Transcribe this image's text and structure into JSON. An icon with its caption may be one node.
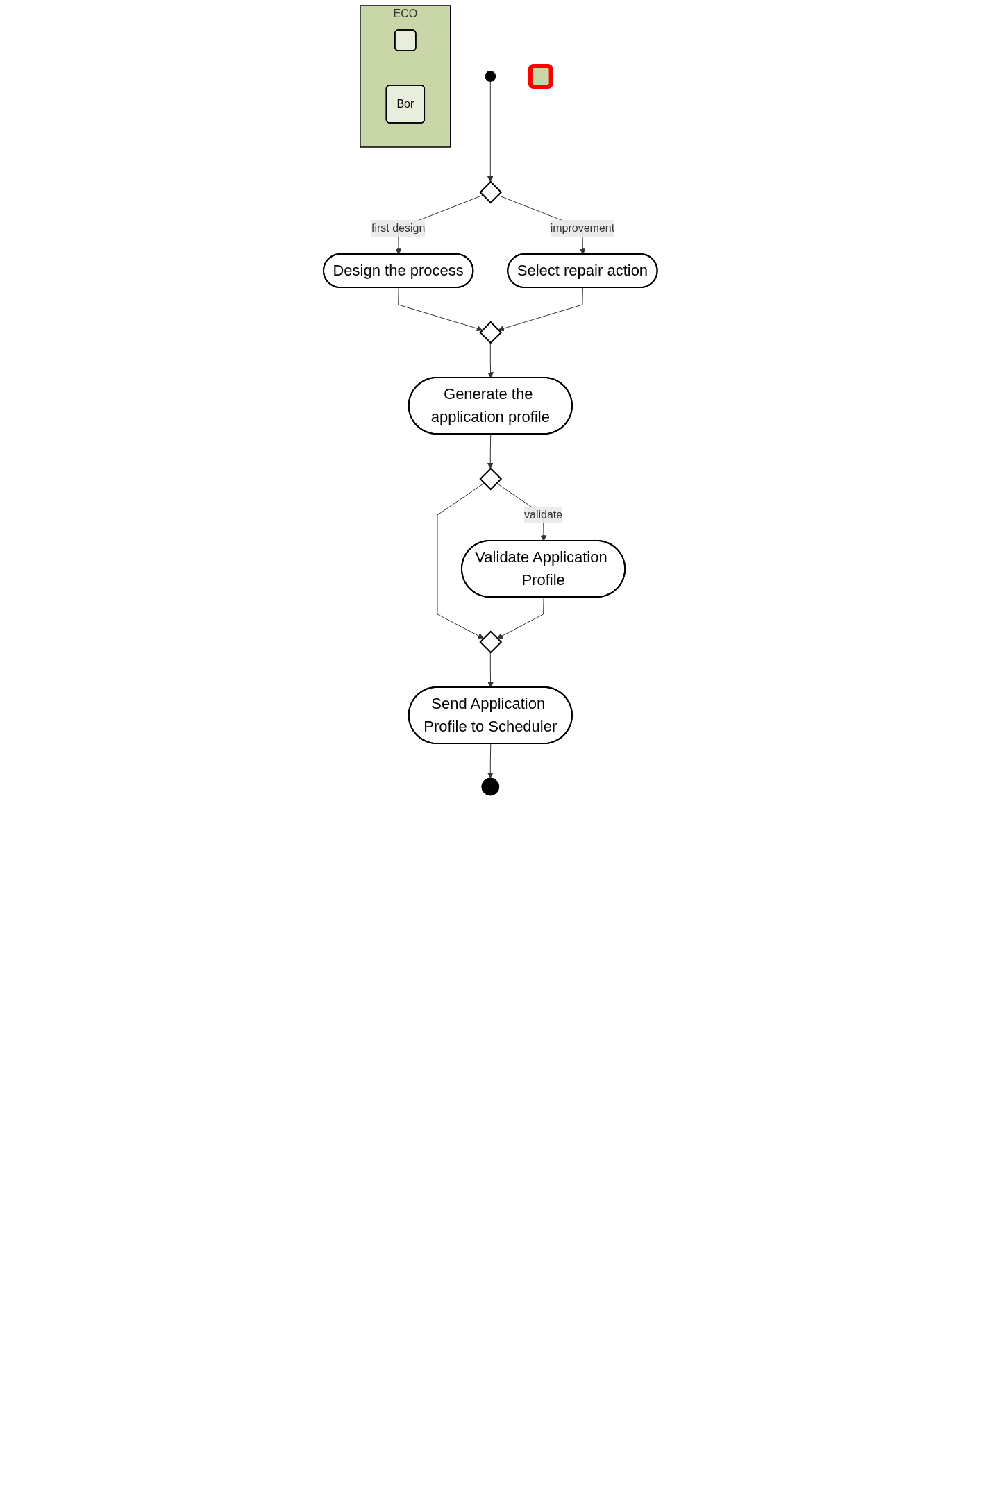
{
  "diagram": {
    "nodes": [
      {
        "text": [],
        "shape": "circle"
      },
      {
        "text": [],
        "shape": "diamond"
      },
      {
        "text": [
          "Design the process"
        ]
      },
      {
        "text": [
          "Select repair action"
        ]
      },
      {
        "text": [],
        "shape": "diamond"
      },
      {
        "text": [
          "Generate the application profile"
        ]
      },
      {
        "text": [],
        "shape": "diamond"
      },
      {
        "text": [
          "Validate Application Profile"
        ]
      },
      {
        "text": [],
        "shape": "diamond"
      },
      {
        "text": [
          "Send Application Profile to Scheduler"
        ]
      },
      {
        "text": [],
        "shape": "circle"
      },
      {
        "text": [],
        "shape": "box"
      },
      {
        "text": [
          "ECO"
        ]
      },
      {
        "text": [],
        "shape": "box",
        "in": 12
      },
      {
        "text": [
          "Bor"
        ],
        "in": 12
      }
    ],
    "edges": [
      {
        "from": 0,
        "to": 1,
        "arrow": "to"
      },
      {
        "from": 1,
        "to": 2,
        "arrow": "to",
        "label": "first design"
      },
      {
        "from": 1,
        "to": 3,
        "arrow": "to",
        "label": "improvement"
      },
      {
        "from": 2,
        "to": 4,
        "arrow": "to"
      },
      {
        "from": 3,
        "to": 4,
        "arrow": "to"
      },
      {
        "from": 4,
        "to": 5,
        "arrow": "to"
      },
      {
        "from": 5,
        "to": 6,
        "arrow": "to"
      },
      {
        "from": 6,
        "to": 7,
        "arrow": "to",
        "label": "validate"
      },
      {
        "from": 6,
        "to": 8,
        "arrow": "to"
      },
      {
        "from": 7,
        "to": 8,
        "arrow": "to"
      },
      {
        "from": 8,
        "to": 9,
        "arrow": "to"
      },
      {
        "from": 9,
        "to": 10,
        "arrow": "to"
      }
    ]
  }
}
